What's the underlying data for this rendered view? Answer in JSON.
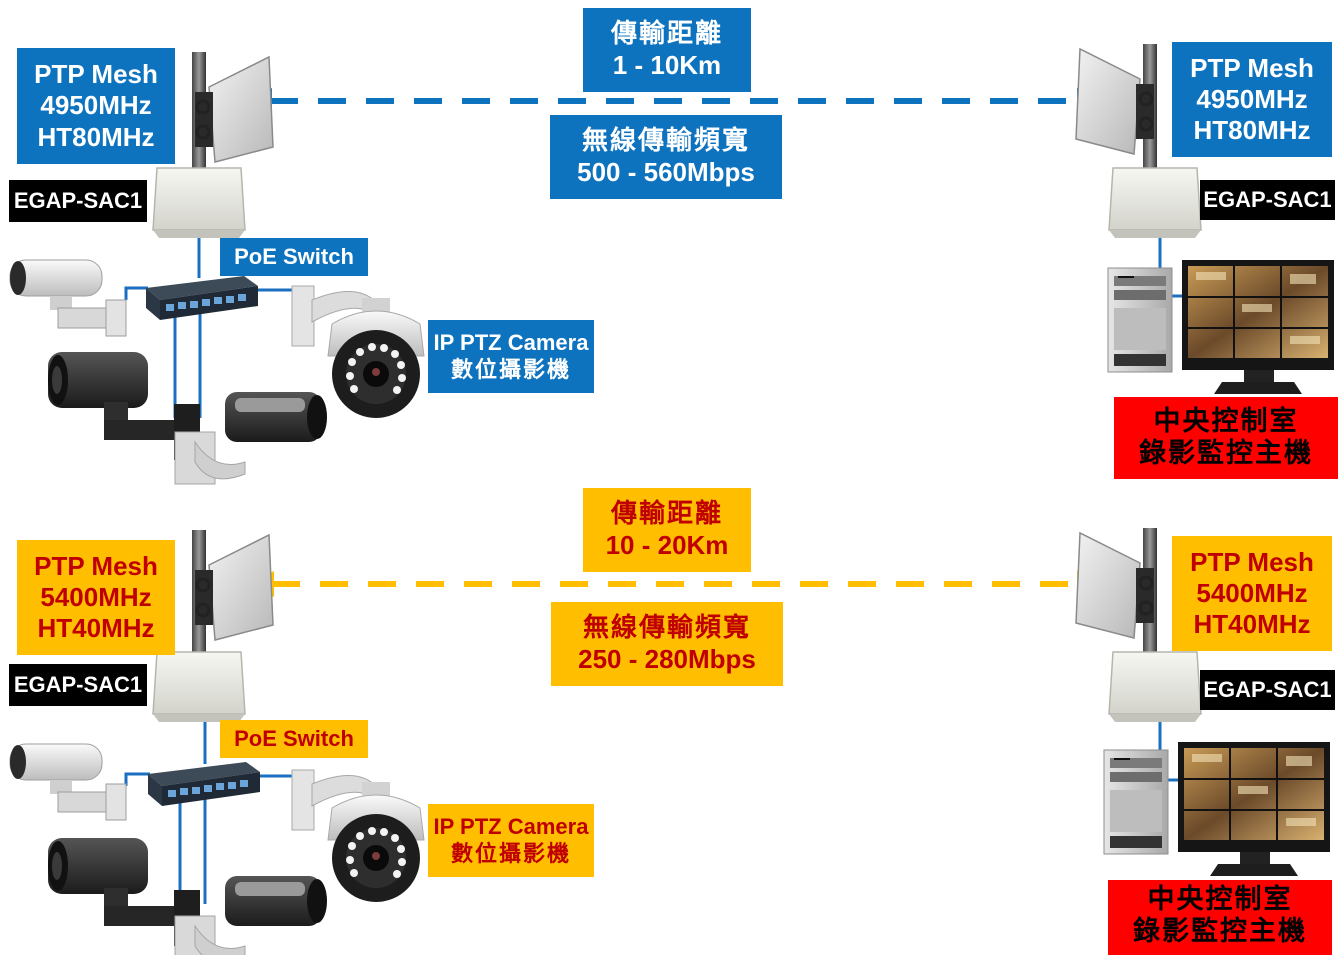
{
  "colors": {
    "blue_scenario": "#0e73bf",
    "amber_scenario": "#ffbf00",
    "amber_text": "#c00000",
    "control_room": "#ff0000",
    "device_tag": "#000000"
  },
  "icons": [
    "panel-antenna-icon",
    "mounting-pole-icon",
    "access-point-enclosure-icon",
    "poe-switch-icon",
    "bullet-camera-icon",
    "box-camera-icon",
    "ptz-dome-camera-icon",
    "pc-tower-icon",
    "cctv-monitor-icon",
    "dashed-arrow-icon"
  ],
  "scenarios": [
    {
      "left_band": [
        "PTP Mesh",
        "4950MHz",
        "HT80MHz"
      ],
      "right_band": [
        "PTP Mesh",
        "4950MHz",
        "HT80MHz"
      ],
      "distance": [
        "傳輸距離",
        "1 - 10Km"
      ],
      "bandwidth": [
        "無線傳輸頻寬",
        "500 - 560Mbps"
      ],
      "device_left": "EGAP-SAC1",
      "device_right": "EGAP-SAC1",
      "switch": "PoE Switch",
      "ptz": [
        "IP PTZ Camera",
        "數位攝影機"
      ],
      "control_room": [
        "中央控制室",
        "錄影監控主機"
      ]
    },
    {
      "left_band": [
        "PTP Mesh",
        "5400MHz",
        "HT40MHz"
      ],
      "right_band": [
        "PTP Mesh",
        "5400MHz",
        "HT40MHz"
      ],
      "distance": [
        "傳輸距離",
        "10 - 20Km"
      ],
      "bandwidth": [
        "無線傳輸頻寬",
        "250 - 280Mbps"
      ],
      "device_left": "EGAP-SAC1",
      "device_right": "EGAP-SAC1",
      "switch": "PoE Switch",
      "ptz": [
        "IP PTZ Camera",
        "數位攝影機"
      ],
      "control_room": [
        "中央控制室",
        "錄影監控主機"
      ]
    }
  ]
}
